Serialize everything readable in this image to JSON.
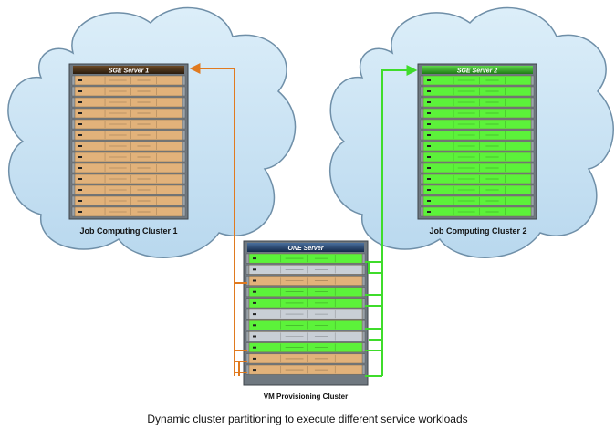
{
  "diagram": {
    "servers": {
      "sge1": "SGE Server 1",
      "sge2": "SGE Server 2",
      "one": "ONE Server"
    },
    "clusters": {
      "left": "Job Computing Cluster 1",
      "right": "Job Computing Cluster 2",
      "center": "VM Provisioning Cluster"
    },
    "caption": "Dynamic cluster partitioning to execute different service workloads",
    "colors": {
      "cloud_fill": "#c8e3f3",
      "cloud_stroke": "#6f8fa8",
      "cluster1_nodes": "#e2b27a",
      "cluster2_nodes": "#5cf23a",
      "vm_idle_nodes": "#c9cfd6",
      "header_dark": "#3a2a18",
      "header_green": "#2e9a22",
      "header_blue": "#1f3d66",
      "link_orange": "#e07a1f",
      "link_green": "#3fdc2b"
    },
    "vm_node_states": [
      "green",
      "idle",
      "orange",
      "green",
      "green",
      "idle",
      "green",
      "idle",
      "green",
      "orange",
      "orange"
    ]
  }
}
